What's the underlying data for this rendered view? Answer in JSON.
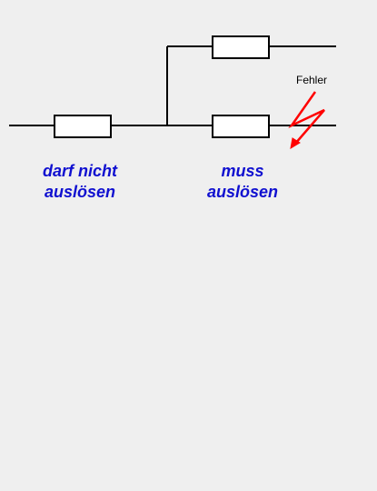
{
  "labels": {
    "left_line1": "darf nicht",
    "left_line2": "auslösen",
    "right_line1": "muss",
    "right_line2": "auslösen",
    "fault": "Fehler"
  },
  "icons": {
    "fuse": "fuse-icon",
    "fault": "lightning-bolt-icon"
  },
  "colors": {
    "background": "#efefef",
    "line": "#000000",
    "fuse_fill": "#ffffff",
    "label": "#1010d0",
    "fault": "#ff0000",
    "fault_text": "#000000"
  }
}
